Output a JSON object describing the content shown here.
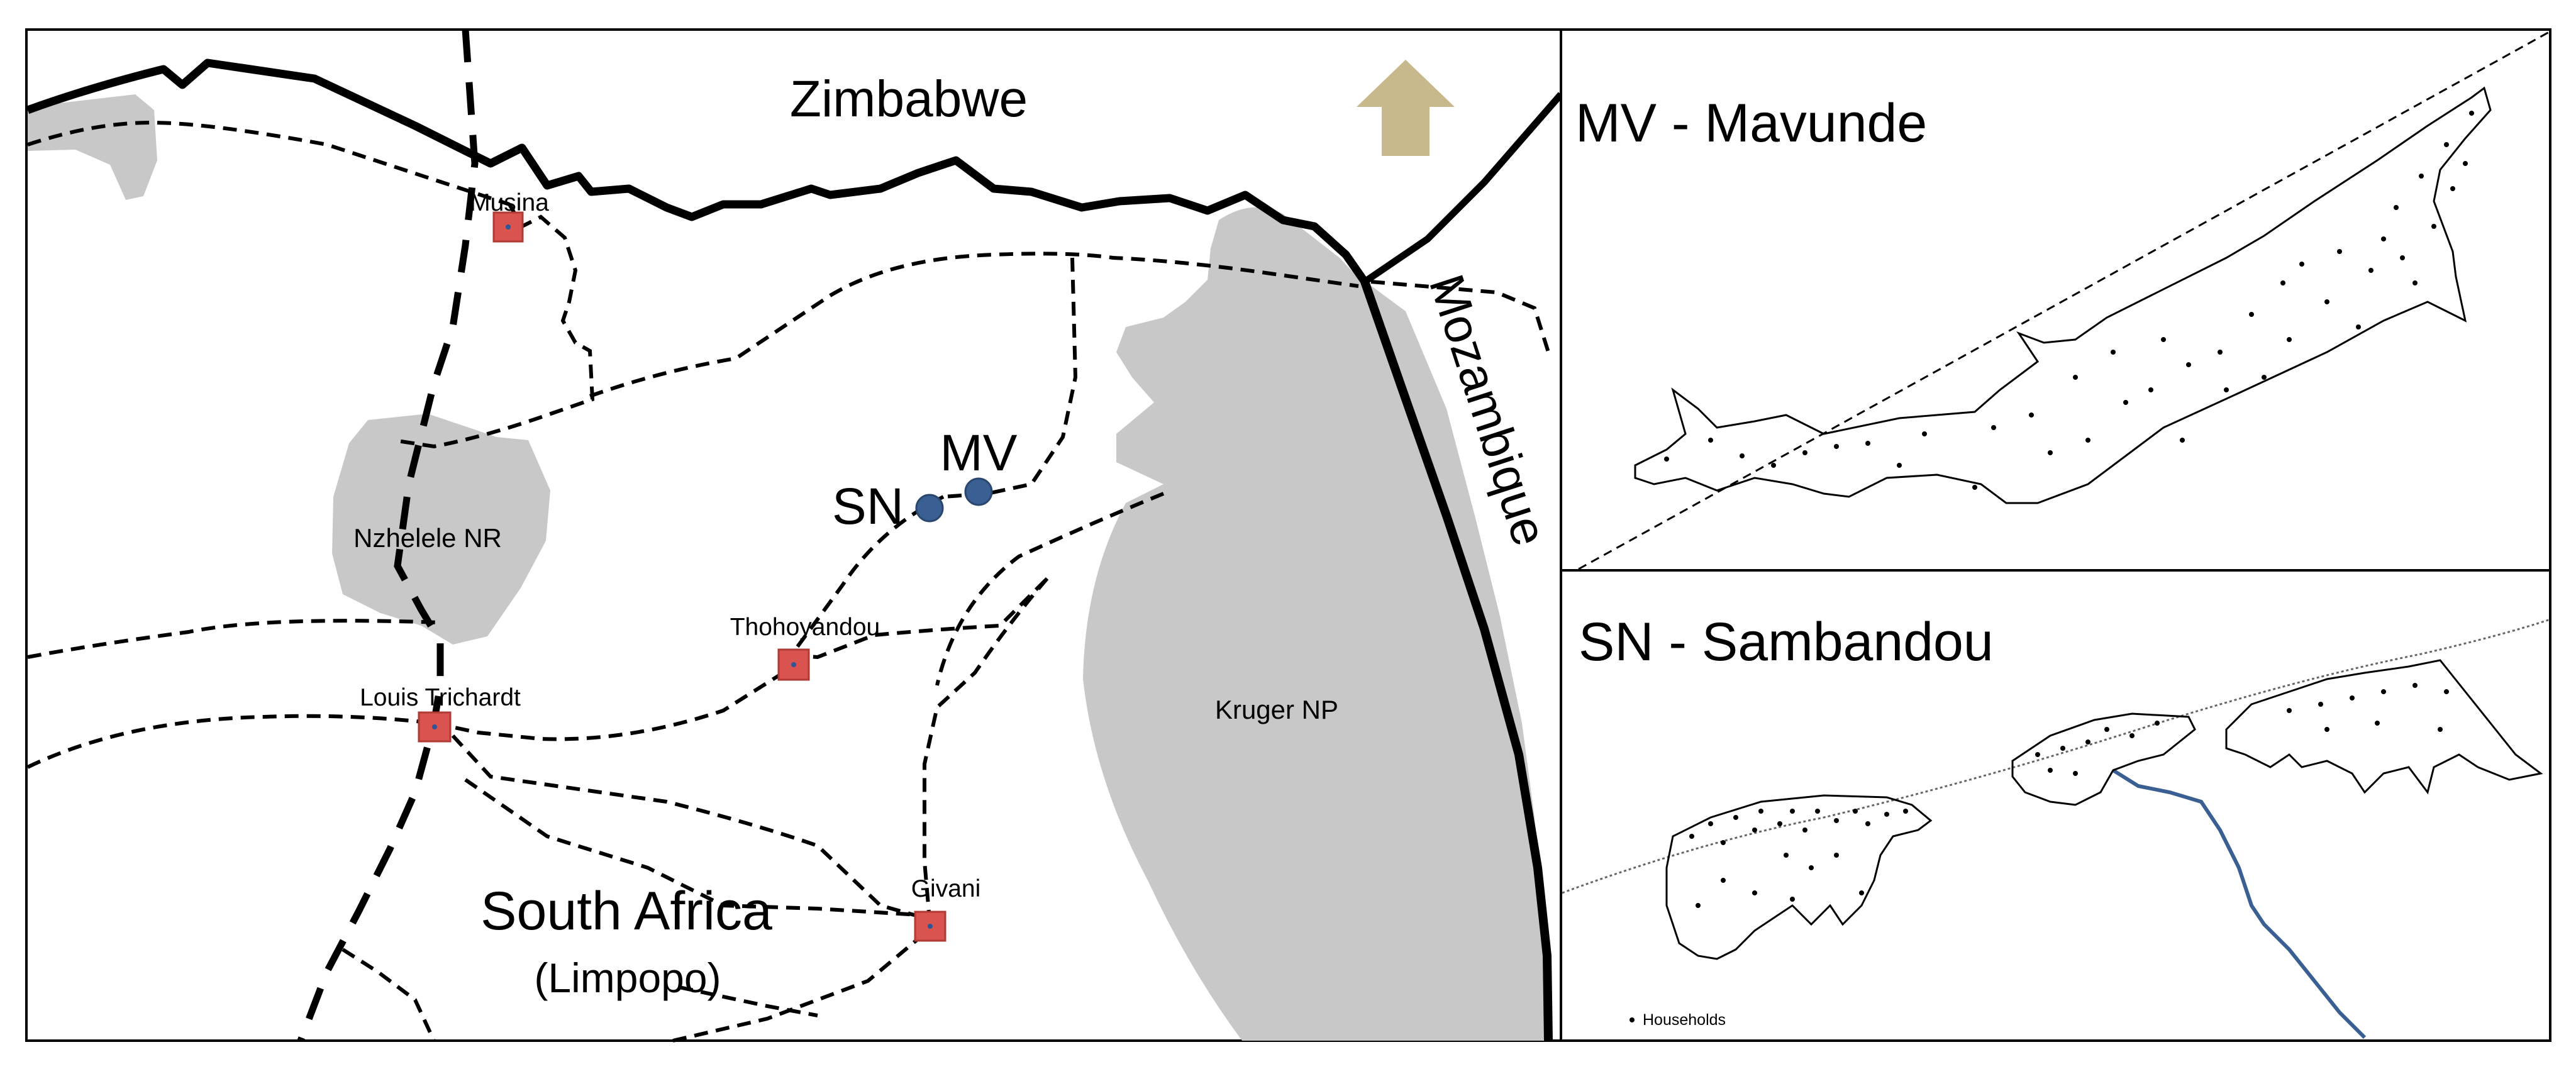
{
  "main_map": {
    "country_north": "Zimbabwe",
    "country_east": "Mozambique",
    "country_main": "South Africa",
    "province": "(Limpopo)",
    "reserves": {
      "nzhelele": "Nzhelele NR",
      "kruger": "Kruger NP"
    },
    "towns": {
      "musina": "Musina",
      "louis_trichardt": "Louis Trichardt",
      "thohoyandou": "Thohoyandou",
      "givani": "Givani"
    },
    "sites": {
      "sn": "SN",
      "mv": "MV"
    },
    "colors": {
      "protected_area": "#c8c8c8",
      "town_marker": "#d9534f",
      "site_marker": "#3a5f93",
      "north_arrow": "#c8b98c"
    },
    "north_arrow_icon": "north-arrow-icon"
  },
  "inset_mv": {
    "title": "MV - Mavunde"
  },
  "inset_sn": {
    "title": "SN - Sambandou",
    "legend_label": "Households",
    "colors": {
      "river": "#3a5f93"
    }
  }
}
